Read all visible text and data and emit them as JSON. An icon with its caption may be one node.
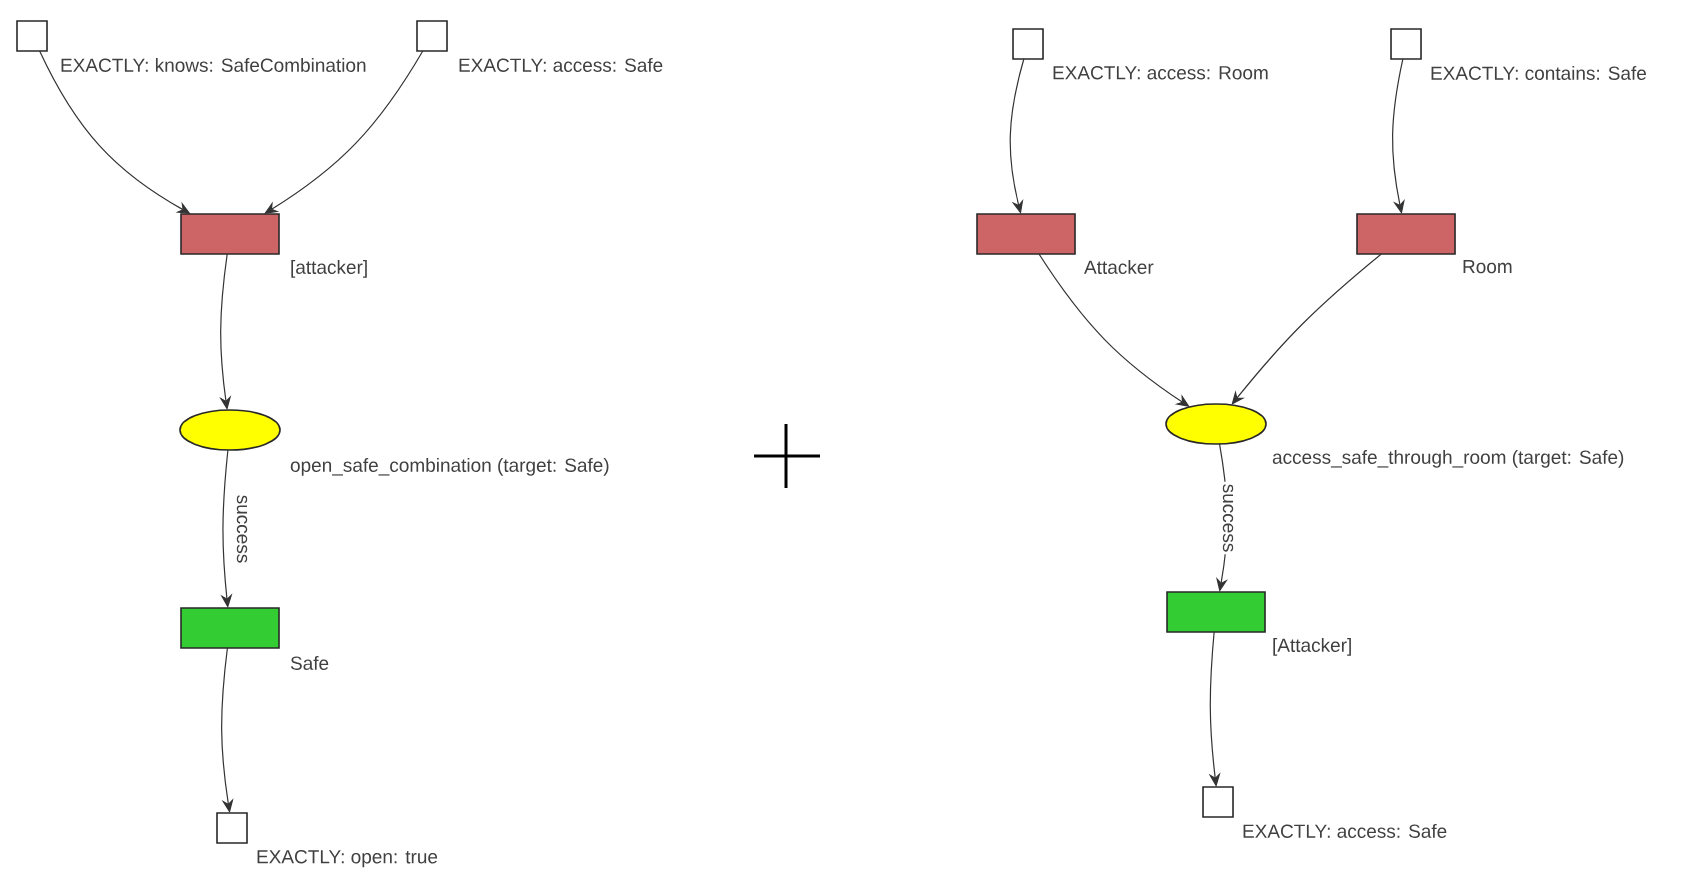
{
  "diagram": {
    "nodes": [
      {
        "text": [],
        "shape": "square",
        "beside": [
          "EXACTLY: knows: SafeCombination"
        ]
      },
      {
        "text": [],
        "shape": "square",
        "beside": [
          "EXACTLY: access: Safe"
        ]
      },
      {
        "text": [],
        "shape": "box",
        "beside": [
          "[attacker]"
        ]
      },
      {
        "text": [],
        "shape": "ellipse",
        "beside": [
          "open_safe_combination (target: Safe)"
        ]
      },
      {
        "text": [],
        "shape": "box",
        "beside": [
          "Safe"
        ]
      },
      {
        "text": [],
        "shape": "square",
        "beside": [
          "EXACTLY: open: true"
        ]
      },
      {
        "text": [],
        "shape": "square",
        "beside": [
          "EXACTLY: access: Room"
        ]
      },
      {
        "text": [],
        "shape": "square",
        "beside": [
          "EXACTLY: contains: Safe"
        ]
      },
      {
        "text": [],
        "shape": "box",
        "beside": [
          "Attacker"
        ]
      },
      {
        "text": [],
        "shape": "box",
        "beside": [
          "Room"
        ]
      },
      {
        "text": [],
        "shape": "ellipse",
        "beside": [
          "access_safe_through_room (target: Safe)"
        ]
      },
      {
        "text": [],
        "shape": "box",
        "beside": [
          "[Attacker]"
        ]
      },
      {
        "text": [],
        "shape": "square",
        "beside": [
          "EXACTLY: access: Safe"
        ]
      }
    ],
    "edges": [
      {
        "from": 0,
        "to": 2,
        "arrow": "to"
      },
      {
        "from": 1,
        "to": 2,
        "arrow": "to"
      },
      {
        "from": 2,
        "to": 3,
        "arrow": "to"
      },
      {
        "from": 3,
        "to": 4,
        "arrow": "to",
        "label": "success"
      },
      {
        "from": 4,
        "to": 5,
        "arrow": "to"
      },
      {
        "from": 6,
        "to": 8,
        "arrow": "to"
      },
      {
        "from": 7,
        "to": 9,
        "arrow": "to"
      },
      {
        "from": 8,
        "to": 10,
        "arrow": "to"
      },
      {
        "from": 9,
        "to": 10,
        "arrow": "to"
      },
      {
        "from": 10,
        "to": 11,
        "arrow": "to",
        "label": "success"
      },
      {
        "from": 11,
        "to": 12,
        "arrow": "to"
      }
    ]
  }
}
